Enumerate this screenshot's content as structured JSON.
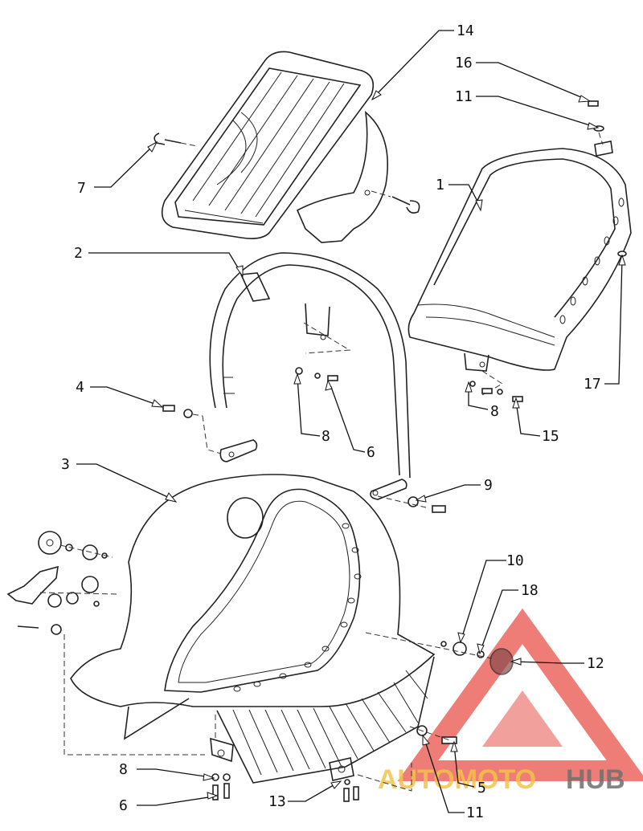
{
  "callouts": {
    "c1": "1",
    "c2": "2",
    "c3": "3",
    "c4": "4",
    "c5": "5",
    "c6a": "6",
    "c6b": "6",
    "c7": "7",
    "c8a": "8",
    "c8b": "8",
    "c8c": "8",
    "c9": "9",
    "c10": "10",
    "c11a": "11",
    "c11b": "11",
    "c12": "12",
    "c13": "13",
    "c14": "14",
    "c15": "15",
    "c16": "16",
    "c17": "17",
    "c18": "18"
  },
  "watermark": {
    "brand_left": "AUTOMOTO",
    "brand_right": "HUB",
    "color_red": "#e8524a",
    "color_yellow": "#f4c24a",
    "color_gray": "#6f6f6f"
  }
}
